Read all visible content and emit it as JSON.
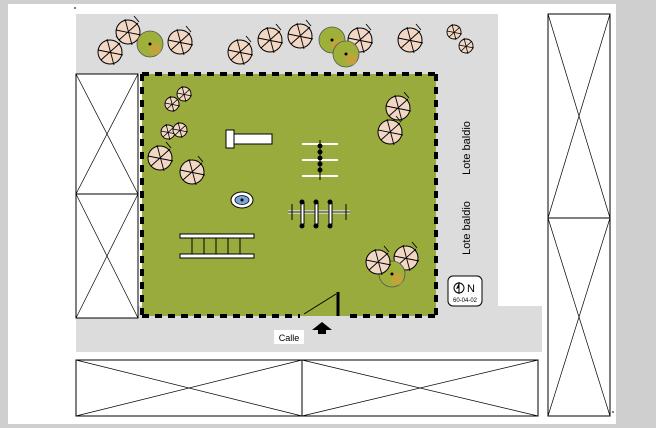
{
  "plan": {
    "street_label": "Calle",
    "lot_label_upper": "Lote baldio",
    "lot_label_lower": "Lote baldio",
    "north_label": "N",
    "plan_code": "60-04-02"
  },
  "colors": {
    "background": "#cfcfcf",
    "paper": "#ffffff",
    "street": "#dcdcdc",
    "park_lawn": "#9aab3e",
    "perimeter_fence": "#000000",
    "tree_canopy": "#f2d8c4",
    "tree_evergreen": "#9fb03a",
    "tree_evergreen_ring": "#c6a23c",
    "fountain": "#7aa7d8"
  },
  "icons": {
    "north_arrow": "north-arrow-icon",
    "entrance": "entrance-arrow-icon"
  }
}
